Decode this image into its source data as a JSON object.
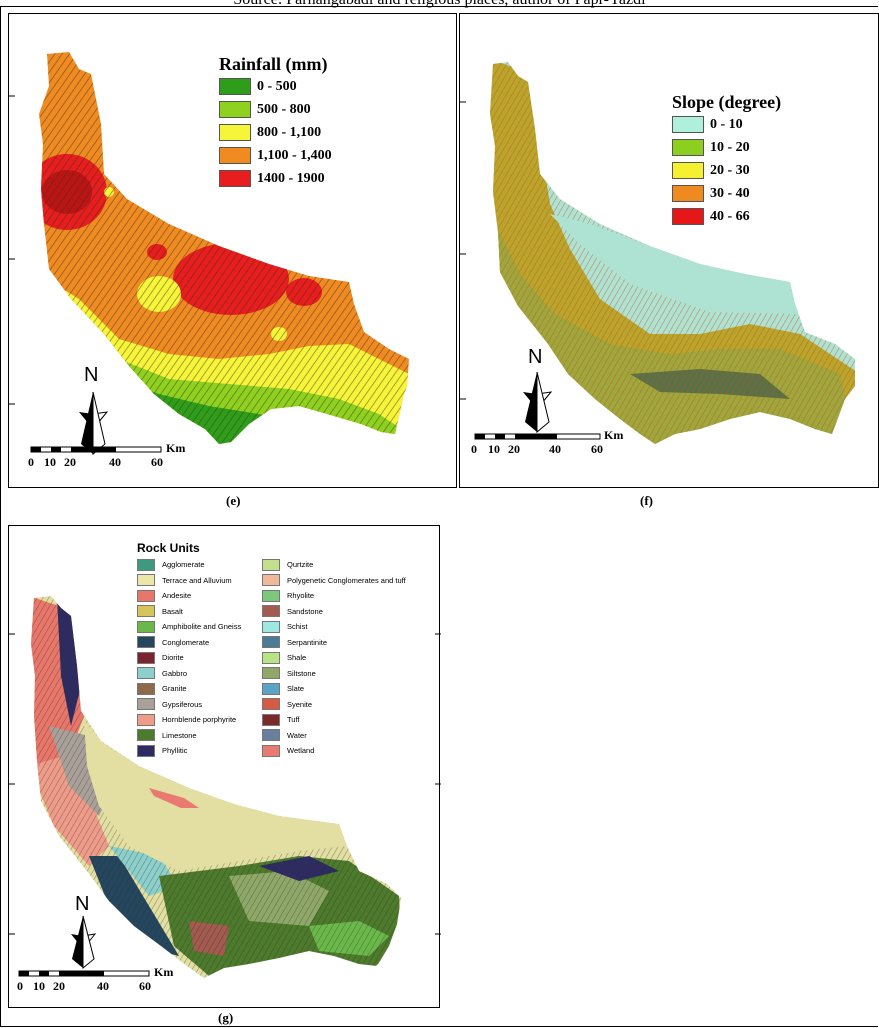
{
  "source_text": "Source: Parhangabadi and religious places, author of Papr-Yazdi",
  "panels": {
    "e": {
      "label": "(e)",
      "legend_title": "Rainfall (mm)",
      "classes": [
        {
          "label": "0 - 500",
          "color": "#2e9e1a"
        },
        {
          "label": "500 - 800",
          "color": "#8fd11f"
        },
        {
          "label": "800 - 1,100",
          "color": "#f7f53a"
        },
        {
          "label": "1,100 - 1,400",
          "color": "#f08b22"
        },
        {
          "label": "1400 - 1900",
          "color": "#e81d1d"
        }
      ],
      "north": "N",
      "scale": {
        "unit": "Km",
        "ticks": [
          "0",
          "10",
          "20",
          "40",
          "60"
        ]
      }
    },
    "f": {
      "label": "(f)",
      "legend_title": "Slope (degree)",
      "classes": [
        {
          "label": "0 - 10",
          "color": "#aef0dc"
        },
        {
          "label": "10 - 20",
          "color": "#8ccf1f"
        },
        {
          "label": "20 - 30",
          "color": "#f5f12e"
        },
        {
          "label": "30 - 40",
          "color": "#ef8a20"
        },
        {
          "label": "40 - 66",
          "color": "#e51717"
        }
      ],
      "north": "N",
      "scale": {
        "unit": "Km",
        "ticks": [
          "0",
          "10",
          "20",
          "40",
          "60"
        ]
      }
    },
    "g": {
      "label": "(g)",
      "legend_title": "Rock Units",
      "units_left": [
        {
          "label": "Agglomerate",
          "color": "#3e9a7c"
        },
        {
          "label": "Terrace and Alluvium",
          "color": "#ece6a9"
        },
        {
          "label": "Andesite",
          "color": "#e8766a"
        },
        {
          "label": "Basalt",
          "color": "#d7c45c"
        },
        {
          "label": "Amphibolite and Gneiss",
          "color": "#6bb84a"
        },
        {
          "label": "Conglomerate",
          "color": "#24465e"
        },
        {
          "label": "Diorite",
          "color": "#7b2430"
        },
        {
          "label": "Gabbro",
          "color": "#8ccfcb"
        },
        {
          "label": "Granite",
          "color": "#8f6a4a"
        },
        {
          "label": "Gypsiferous",
          "color": "#a9a09a"
        },
        {
          "label": "Hornblende porphyrite",
          "color": "#ee9b8a"
        },
        {
          "label": "Limestone",
          "color": "#4d7a2c"
        },
        {
          "label": "Phyllitic",
          "color": "#2e2b63"
        }
      ],
      "units_right": [
        {
          "label": "Qurtzite",
          "color": "#c5e08d"
        },
        {
          "label": "Polygenetic Conglomerates and tuff",
          "color": "#f2b89a"
        },
        {
          "label": "Rhyolite",
          "color": "#7cc77a"
        },
        {
          "label": "Sandstone",
          "color": "#a35a4f"
        },
        {
          "label": "Schist",
          "color": "#9de8e0"
        },
        {
          "label": "Serpantinite",
          "color": "#4a7c93"
        },
        {
          "label": "Shale",
          "color": "#b9e486"
        },
        {
          "label": "Siltstone",
          "color": "#8fa869"
        },
        {
          "label": "Slate",
          "color": "#5ca4c7"
        },
        {
          "label": "Syenite",
          "color": "#d65a45"
        },
        {
          "label": "Tuff",
          "color": "#7a2a2a"
        },
        {
          "label": "Water",
          "color": "#6a7fa0"
        },
        {
          "label": "Wetland",
          "color": "#e87a72"
        }
      ],
      "north": "N",
      "scale": {
        "unit": "Km",
        "ticks": [
          "0",
          "10",
          "20",
          "40",
          "60"
        ]
      }
    }
  },
  "colors": {
    "terrain_shadow": "#4a4a3a",
    "frame": "#000000"
  }
}
